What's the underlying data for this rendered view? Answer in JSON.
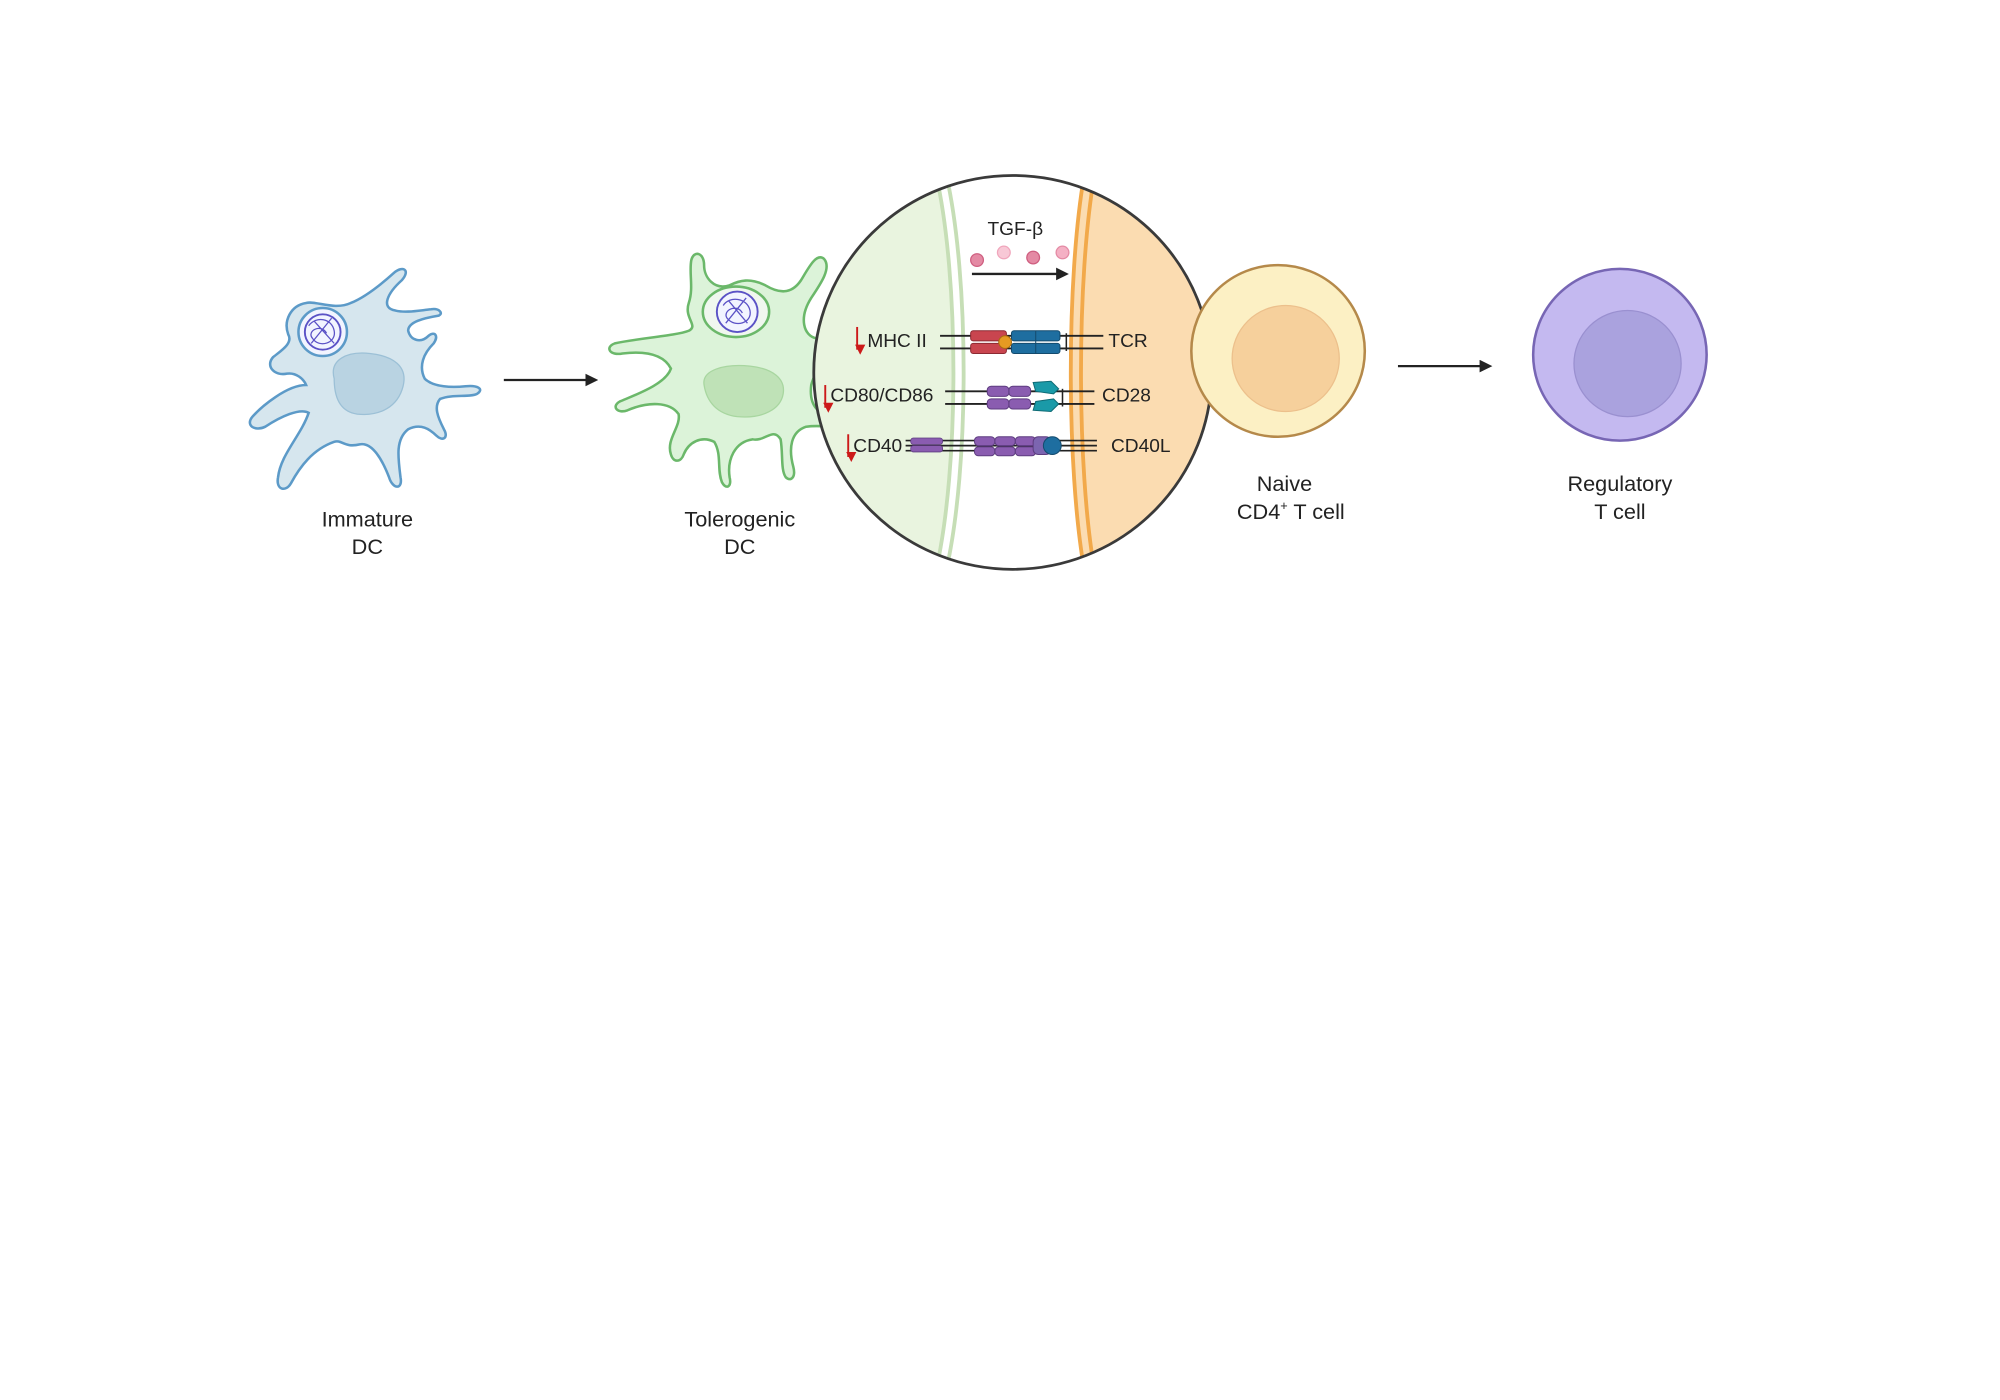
{
  "immature_dc": {
    "line1": "Immature",
    "line2": "DC"
  },
  "tolerogenic_dc": {
    "line1": "Tolerogenic",
    "line2": "DC"
  },
  "synapse": {
    "cytokine": "TGF-β",
    "mhc": "MHC II",
    "tcr": "TCR",
    "cd80": "CD80/CD86",
    "cd28": "CD28",
    "cd40": "CD40",
    "cd40l": "CD40L"
  },
  "naive_t": {
    "line1": "Naive",
    "line2": "CD4",
    "superscript": "+",
    "line2_rest": " T cell"
  },
  "treg": {
    "line1": "Regulatory",
    "line2": "T cell"
  },
  "colors": {
    "immature_dc": "#d6e6ee",
    "tolerogenic_dc": "#dcf3d9",
    "naive_t": "#fcf0c4",
    "treg": "#c4b9f0",
    "down_arrow": "#cc1a1a"
  }
}
